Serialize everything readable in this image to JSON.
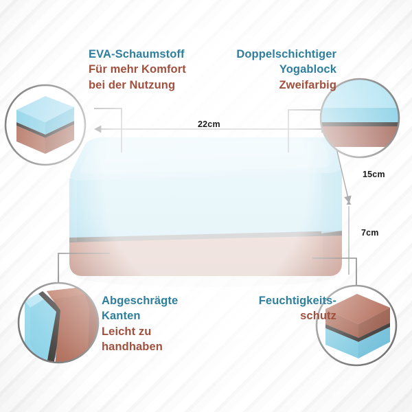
{
  "product": {
    "name": "Doppelschichtiger Yogablock",
    "colors": {
      "foam_top_blue": "#A9DFF0",
      "foam_front_blue": "#6FC5E0",
      "foam_bottom_brown": "#9E4A33",
      "divider_black": "#1a1512",
      "text_blue": "#2E7E9E",
      "text_brown": "#A0503C",
      "circle_stroke": "#5a5a5a",
      "leader_line": "#1d1d1d",
      "background": "#ffffff"
    }
  },
  "callouts": [
    {
      "id": "eva-foam",
      "lines": [
        {
          "text": "EVA-Schaumstoff",
          "color": "blue"
        },
        {
          "text": "Für mehr Komfort",
          "color": "brown"
        },
        {
          "text": "bei der Nutzung",
          "color": "brown"
        }
      ]
    },
    {
      "id": "dual-layer",
      "lines": [
        {
          "text": "Doppelschichtiger",
          "color": "blue"
        },
        {
          "text": "Yogablock",
          "color": "blue"
        },
        {
          "text": "Zweifarbig",
          "color": "brown"
        }
      ]
    },
    {
      "id": "bevelled-edges",
      "lines": [
        {
          "text": "Abgeschrägte",
          "color": "blue"
        },
        {
          "text": "Kanten",
          "color": "blue"
        },
        {
          "text": "Leicht zu",
          "color": "brown"
        },
        {
          "text": "handhaben",
          "color": "brown"
        }
      ]
    },
    {
      "id": "moisture-protection",
      "lines": [
        {
          "text": "Feuchtigkeits-",
          "color": "blue"
        },
        {
          "text": "schutz",
          "color": "brown"
        }
      ]
    }
  ],
  "callout_text": {
    "eva_line1": "EVA-Schaumstoff",
    "eva_line2": "Für mehr Komfort",
    "eva_line3": "bei der Nutzung",
    "dual_line1": "Doppelschichtiger",
    "dual_line2": "Yogablock",
    "dual_line3": "Zweifarbig",
    "bevel_line1": "Abgeschrägte",
    "bevel_line2": "Kanten",
    "bevel_line3": "Leicht zu",
    "bevel_line4": "handhaben",
    "moisture_line1": "Feuchtigkeits-",
    "moisture_line2": "schutz"
  },
  "dimensions": {
    "width_label": "22cm",
    "depth_label": "15cm",
    "height_label": "7cm"
  },
  "detail_circles": [
    {
      "id": "circle-top-left",
      "depicts": "angled yoga block, blue top layer over brown bottom layer"
    },
    {
      "id": "circle-top-right",
      "depicts": "close-up of two-layer edge, blue above black seam above brown"
    },
    {
      "id": "circle-bottom-left",
      "depicts": "bevelled corner close-up, blue face meeting brown face"
    },
    {
      "id": "circle-bottom-right",
      "depicts": "flipped yoga block, brown top layer over blue bottom layer"
    }
  ]
}
